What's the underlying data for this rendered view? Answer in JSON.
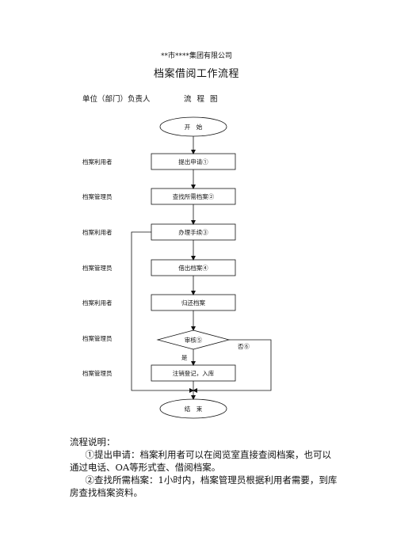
{
  "header": {
    "company": "**市****集团有限公司",
    "title": "档案借阅工作流程"
  },
  "columns": {
    "left": "单位（部门）负责人",
    "right": "流 程 图"
  },
  "roles": [
    "档案利用者",
    "档案管理员",
    "档案利用者",
    "档案管理员",
    "档案利用者",
    "档案管理员",
    "档案管理员"
  ],
  "flow": {
    "start": "开　始",
    "steps": [
      "提出申请①",
      "查找所需档案②",
      "办理手续③",
      "借出档案④",
      "归还档案"
    ],
    "decision": "审核⑤",
    "yes": "是",
    "no": "否⑥",
    "final_step": "注销登记，入库",
    "end": "结　束"
  },
  "notes": {
    "heading": "流程说明：",
    "items": [
      "①提出申请：档案利用者可以在阅览室直接查阅档案，也可以通过电话、OA等形式查、借阅档案。",
      "②查找所需档案：1小时内，档案管理员根据利用者需要，到库房查找档案资料。"
    ]
  }
}
